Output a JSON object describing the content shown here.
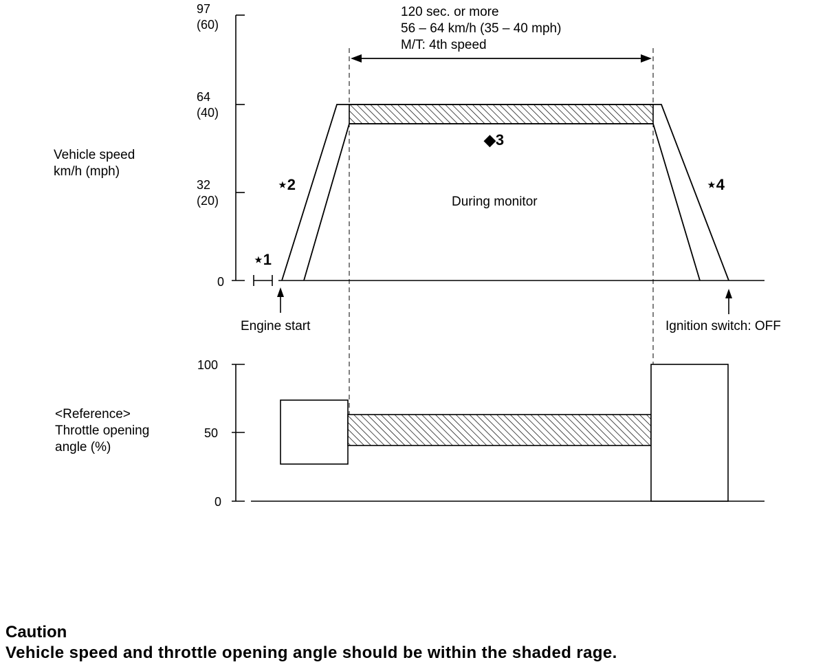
{
  "speed_chart": {
    "axis_label_line1": "Vehicle speed",
    "axis_label_line2": "km/h (mph)",
    "ticks": [
      {
        "kmh": "97",
        "mph": "(60)"
      },
      {
        "kmh": "64",
        "mph": "(40)"
      },
      {
        "kmh": "32",
        "mph": "(20)"
      },
      {
        "kmh": "0",
        "mph": ""
      }
    ],
    "duration_line1": "120 sec. or more",
    "duration_line2": "56 – 64 km/h (35 – 40 mph)",
    "duration_line3": "M/T: 4th speed",
    "step1": "⋆1",
    "step2": "⋆2",
    "step3": "◆3",
    "step4": "⋆4",
    "during_monitor": "During monitor",
    "engine_start": "Engine start",
    "ignition_off": "Ignition switch: OFF"
  },
  "throttle_chart": {
    "label_line1": "<Reference>",
    "label_line2": "Throttle opening",
    "label_line3": "angle (%)",
    "ticks": [
      "100",
      "50",
      "0"
    ]
  },
  "caution": {
    "title": "Caution",
    "text": "Vehicle speed and throttle opening angle should be within the shaded rage."
  }
}
